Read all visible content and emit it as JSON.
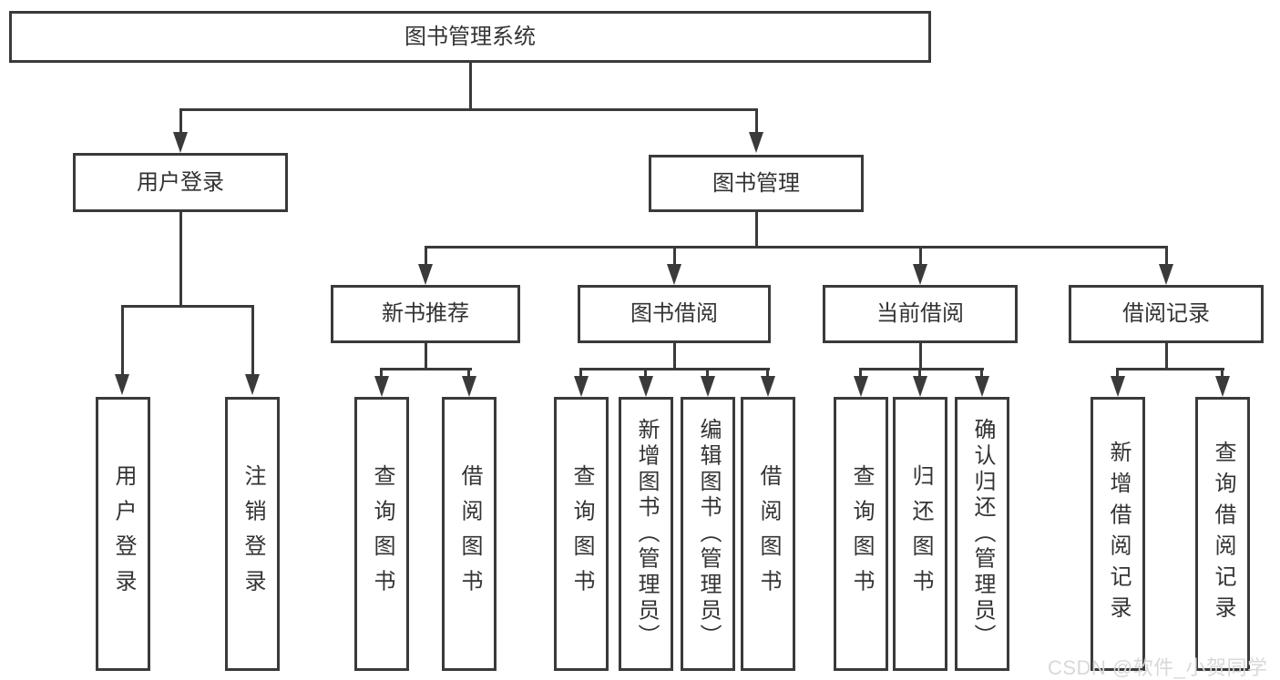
{
  "tree": {
    "root": {
      "label": "图书管理系统"
    },
    "user_login_branch": {
      "label": "用户登录",
      "children": [
        {
          "label": "用户登录"
        },
        {
          "label": "注销登录"
        }
      ]
    },
    "book_mgmt_branch": {
      "label": "图书管理",
      "sections": [
        {
          "label": "新书推荐",
          "children": [
            {
              "label": "查询图书"
            },
            {
              "label": "借阅图书"
            }
          ]
        },
        {
          "label": "图书借阅",
          "children": [
            {
              "label": "查询图书"
            },
            {
              "label": "新增图书（管理员）"
            },
            {
              "label": "编辑图书（管理员）"
            },
            {
              "label": "借阅图书"
            }
          ]
        },
        {
          "label": "当前借阅",
          "children": [
            {
              "label": "查询图书"
            },
            {
              "label": "归还图书"
            },
            {
              "label": "确认归还（管理员）"
            }
          ]
        },
        {
          "label": "借阅记录",
          "children": [
            {
              "label": "新增借阅记录"
            },
            {
              "label": "查询借阅记录"
            }
          ]
        }
      ]
    }
  },
  "colors": {
    "line": "#3a3a3a",
    "text": "#333333",
    "box_bg": "#ffffff",
    "watermark": "#d8d8d8"
  },
  "watermark": "CSDN @软件_小贺同学"
}
